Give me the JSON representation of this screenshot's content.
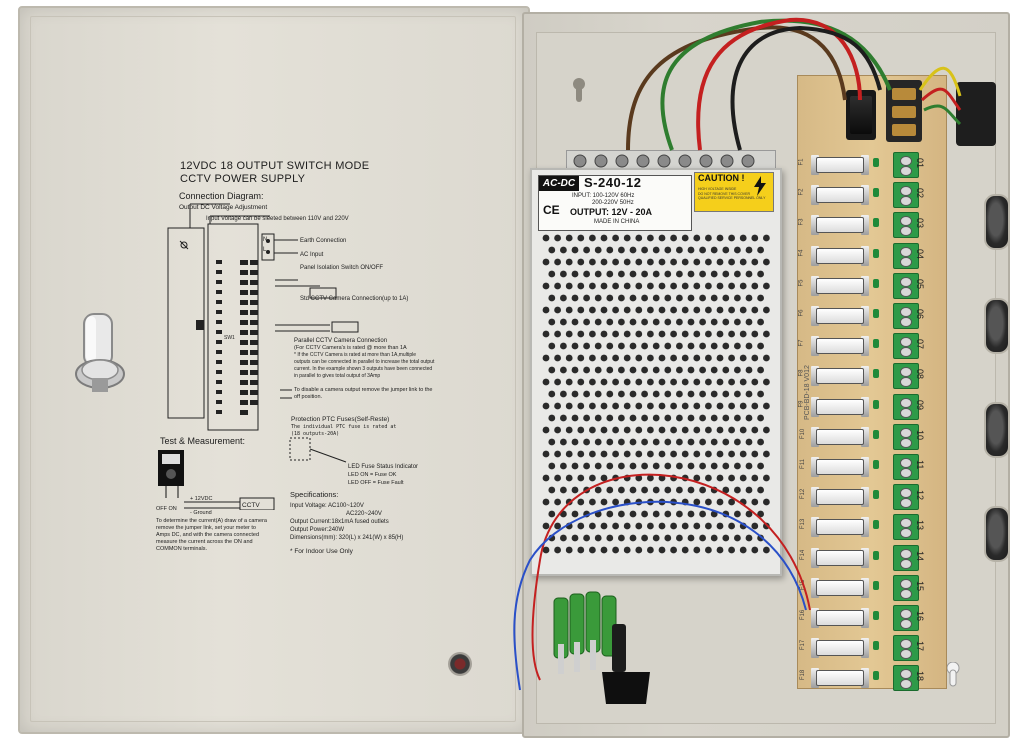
{
  "manual_label": {
    "title_line1": "12VDC 18 OUTPUT SWITCH MODE",
    "title_line2": "CCTV POWER SUPPLY",
    "connection_diagram": "Connection Diagram:",
    "output_adj": "Output DC Voltage Adjustment",
    "input_voltage_note": "Input Voltage can be sleeted between 110V and 220V",
    "earth": "Earth Connection",
    "ac_input": "AC Input",
    "panel_switch": "Panel Isolation Switch ON/OFF",
    "std_cctv": "Std CCTV Camera Connection(up to 1A)",
    "parallel_title": "Parallel CCTV Camera Connection",
    "parallel_sub": "(For CCTV Camera's is rated @ more than 1A",
    "parallel_note1": "* If the CCTV Camera is rated at more than 1A,multiple",
    "parallel_note2": "outputs can be connected in parallel to increase the total output",
    "parallel_note3": "current. In the example shown 3 outputs have been connected",
    "parallel_note4": "in parallel to gives total output of 3Amp",
    "disable_note1": "To disable a camera output remove the jumper link to the",
    "disable_note2": "off position.",
    "protection": "Protection  PTC Fuses(Self-Reste)",
    "ptc_note1": "The individual PTC fuse is rated at",
    "ptc_note2": "(18 outputs-20A)",
    "led_title": "LED Fuse Status Indicator",
    "led_on": "LED ON   = Fuse OK",
    "led_off": "LED OFF = Fuse Fault",
    "test_title": "Test & Measurement:",
    "off_on": "OFF  ON",
    "plus12": "+ 12VDC",
    "ground": "- Ground",
    "cctv": "CCTV",
    "test_note1": "To determine the current(A) draw of a camera",
    "test_note2": "remove the jumper link, set your meter to",
    "test_note3": "Amps DC, and with the camera connected",
    "test_note4": "measure the current across the ON and",
    "test_note5": "COMMON terminals.",
    "spec_title": "Specifications:",
    "spec_input1": "Input Voltage: AC100~120V",
    "spec_input2": "AC220~240V",
    "spec_current": "Output Current:18x1mA fused outlets",
    "spec_power": "Output Power:240W",
    "spec_dims": "Dimensions(mm): 320(L) x 241(W) x 85(H)",
    "indoor": "* For Indoor Use Only",
    "mini_n": "N",
    "mini_l": "L",
    "switch_code": "SW1"
  },
  "psu_label": {
    "brand": "AC-DC",
    "model": "S-240-12",
    "input_line1": "INPUT: 100-120V 60Hz",
    "input_line2": "200-220V 50Hz",
    "output": "OUTPUT: 12V - 20A",
    "made_in": "MADE IN CHINA",
    "ce": "CE",
    "caution": "CAUTION !",
    "caution_fine1": "HIGH VOLTAGE INSIDE",
    "caution_fine2": "DO NOT REMOVE THIS COVER",
    "caution_fine3": "QUALIFIED SERVICE PERSONNEL ONLY"
  },
  "fuse_board": {
    "fuse_prefix": "F",
    "channels": [
      "01",
      "02",
      "03",
      "04",
      "05",
      "06",
      "07",
      "08",
      "09",
      "10",
      "11",
      "12",
      "13",
      "14",
      "15",
      "16",
      "17",
      "18"
    ],
    "pcb_code": "PCB-BD-18 V012"
  },
  "colors": {
    "door": "#e0ddd4",
    "enclosure": "#d3d0c7",
    "psu": "#e9e9e7",
    "board": "#dcc08c",
    "terminal_green": "#2e9a48",
    "caution_yellow": "#f5cf1b",
    "wire_red": "#c42020",
    "wire_brown": "#5a3a1e",
    "wire_green": "#2f7d2f",
    "wire_yellow": "#d8c21a",
    "wire_blue": "#2a50c8"
  },
  "icons": [
    "lock-icon",
    "switch-icon",
    "meter-icon",
    "warning-icon",
    "keyhole-icon"
  ]
}
